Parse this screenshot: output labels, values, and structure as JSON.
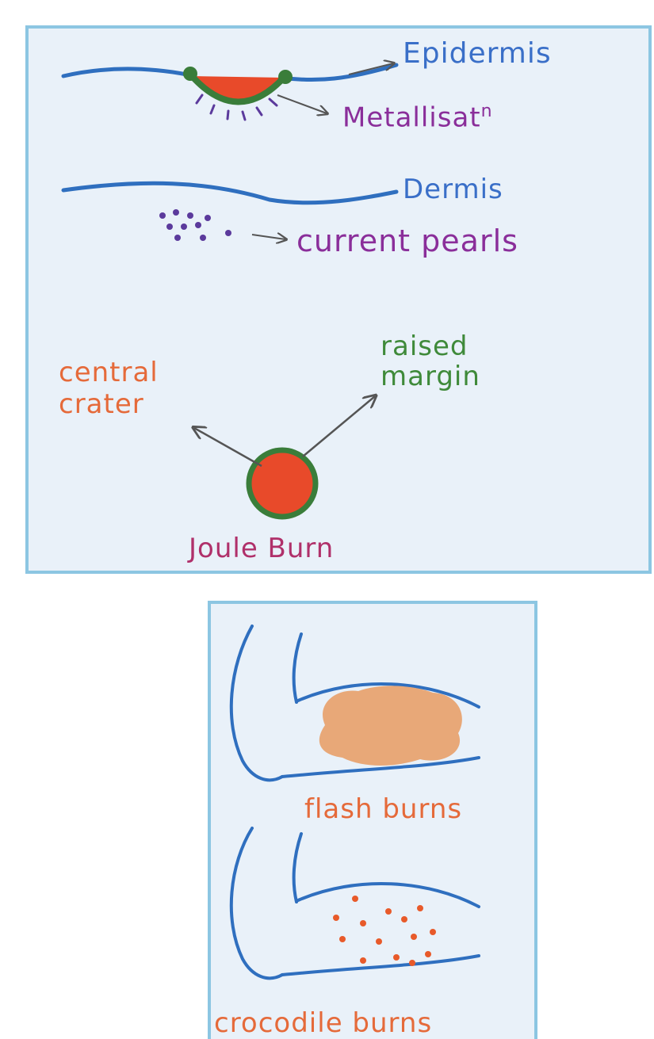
{
  "diagram": {
    "labels": {
      "epidermis": "Epidermis",
      "metallisation": "Metallisat",
      "metallisation_sup": "n",
      "dermis": "Dermis",
      "current_pearls": "current pearls",
      "central_crater_line1": "central",
      "central_crater_line2": "crater",
      "raised_margin_line1": "raised",
      "raised_margin_line2": "margin",
      "joule_burn": "Joule Burn",
      "flash_burns": "flash burns",
      "crocodile_burns": "crocodile burns"
    },
    "colors": {
      "panel_border": "#8cc6e2",
      "panel_fill": "#e9f1f9",
      "skin_line": "#2f6fbf",
      "burn_red": "#e84a2a",
      "margin_green": "#3a7d3a",
      "pearl_purple": "#5b3a9c",
      "label_blue": "#3a6fc8",
      "label_purple": "#8a2e9a",
      "label_orange": "#e56a3a",
      "label_green": "#3f8a3a",
      "label_magenta": "#b0306a",
      "flash_tan": "#e8a878",
      "crocodile_dot": "#e85a2a"
    }
  }
}
